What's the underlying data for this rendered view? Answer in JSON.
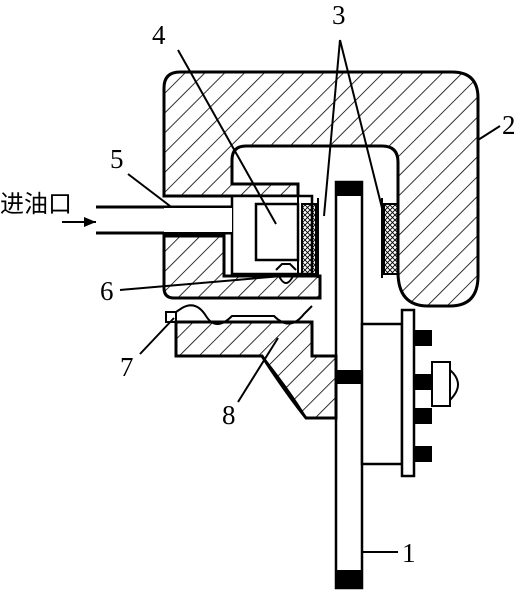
{
  "labels": {
    "n1": "1",
    "n2": "2",
    "n3": "3",
    "n4": "4",
    "n5": "5",
    "n6": "6",
    "n7": "7",
    "n8": "8",
    "inlet": "进油口"
  }
}
